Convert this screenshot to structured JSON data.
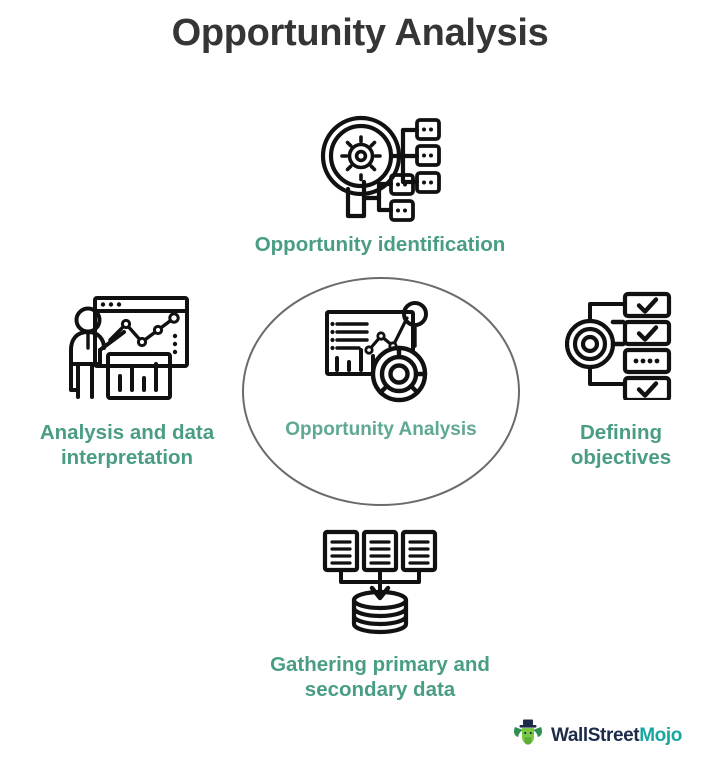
{
  "title": "Opportunity Analysis",
  "colors": {
    "title_text": "#353535",
    "label_teal": "#4a9d85",
    "center_label_teal": "#5fa894",
    "icon_stroke": "#111111",
    "ellipse_stroke": "#6b6b6b",
    "background": "#ffffff",
    "logo_wall": "#1d2b4a",
    "logo_mojo": "#16a8a0",
    "logo_bull_green": "#5ec04a"
  },
  "center": {
    "label": "Opportunity Analysis",
    "icon": "dashboard-chart-donut-icon"
  },
  "nodes": [
    {
      "id": "top",
      "label": "Opportunity identification",
      "icon": "magnifier-gear-nodes-icon",
      "position": "top"
    },
    {
      "id": "left",
      "label": "Analysis and data interpretation",
      "label_line1": "Analysis and data",
      "label_line2": "interpretation",
      "icon": "presenter-charts-icon",
      "position": "left"
    },
    {
      "id": "right",
      "label": "Defining objectives",
      "label_line1": "Defining",
      "label_line2": "objectives",
      "icon": "target-checklist-icon",
      "position": "right"
    },
    {
      "id": "bottom",
      "label": "Gathering primary and secondary data",
      "label_line1": "Gathering primary and",
      "label_line2": "secondary data",
      "icon": "documents-to-database-icon",
      "position": "bottom"
    }
  ],
  "logo": {
    "name": "wallstreetmojo-logo",
    "text_primary": "WallStreet",
    "text_secondary": "Mojo",
    "mark": "bull-with-tophat-icon"
  }
}
